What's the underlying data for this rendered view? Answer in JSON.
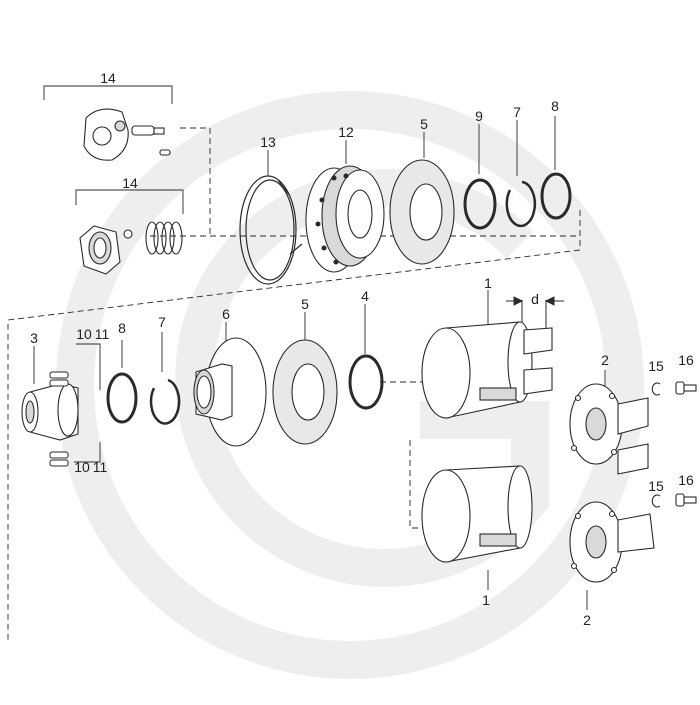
{
  "diagram": {
    "parts": [
      {
        "id": "p14a",
        "number": "14",
        "name": "detent housing assembly"
      },
      {
        "id": "p14b",
        "number": "14",
        "name": "spring and ball set"
      },
      {
        "id": "p13",
        "number": "13",
        "name": "spring band"
      },
      {
        "id": "p12",
        "number": "12",
        "name": "pressure plate"
      },
      {
        "id": "p5a",
        "number": "5",
        "name": "friction disc"
      },
      {
        "id": "p9",
        "number": "9",
        "name": "ring"
      },
      {
        "id": "p7a",
        "number": "7",
        "name": "circlip"
      },
      {
        "id": "p8a",
        "number": "8",
        "name": "ring"
      },
      {
        "id": "p3",
        "number": "3",
        "name": "hub"
      },
      {
        "id": "p10a",
        "number": "10",
        "name": "key"
      },
      {
        "id": "p11a",
        "number": "11",
        "name": "pin"
      },
      {
        "id": "p10b",
        "number": "10",
        "name": "key"
      },
      {
        "id": "p11b",
        "number": "11",
        "name": "pin"
      },
      {
        "id": "p8b",
        "number": "8",
        "name": "ring"
      },
      {
        "id": "p7b",
        "number": "7",
        "name": "circlip"
      },
      {
        "id": "p6",
        "number": "6",
        "name": "drive flange"
      },
      {
        "id": "p5b",
        "number": "5",
        "name": "friction disc"
      },
      {
        "id": "p4",
        "number": "4",
        "name": "ring"
      },
      {
        "id": "p1a",
        "number": "1",
        "name": "clutch housing"
      },
      {
        "id": "p1b",
        "number": "1",
        "name": "clutch housing"
      },
      {
        "id": "p2a",
        "number": "2",
        "name": "flange yoke"
      },
      {
        "id": "p2b",
        "number": "2",
        "name": "flange yoke"
      },
      {
        "id": "p15a",
        "number": "15",
        "name": "lock washer"
      },
      {
        "id": "p16a",
        "number": "16",
        "name": "screw"
      },
      {
        "id": "p15b",
        "number": "15",
        "name": "lock washer"
      },
      {
        "id": "p16b",
        "number": "16",
        "name": "screw"
      }
    ],
    "dimension_label": "d"
  },
  "colors": {
    "line": "#2a2a2a",
    "fill": "#ffffff",
    "shade": "#d9d9d9",
    "watermark": "#eeeeee"
  }
}
